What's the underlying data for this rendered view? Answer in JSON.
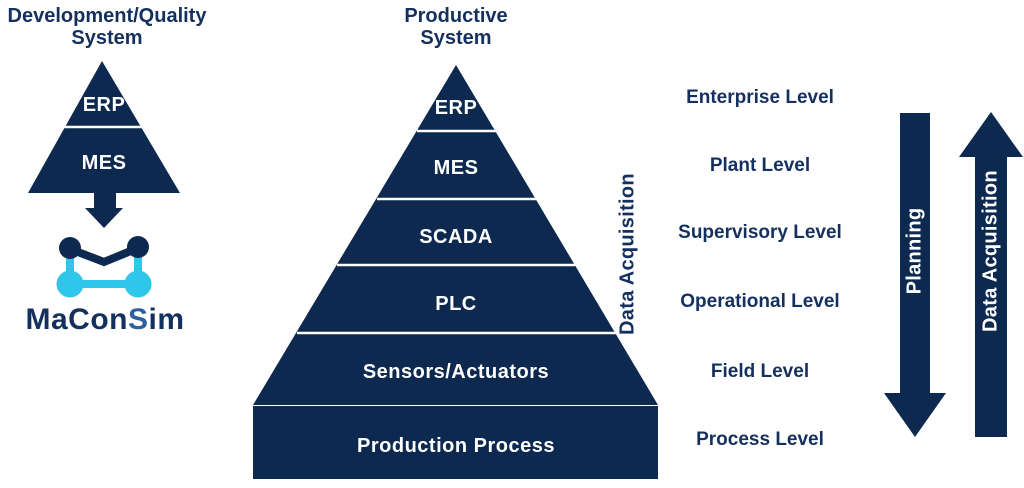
{
  "colors": {
    "shape_navy": "#0d2950",
    "text_navy": "#14305e",
    "cyan": "#2fc6ea",
    "wordmark_accent_blue": "#2e5f9e",
    "divider_white": "#ffffff"
  },
  "left_system": {
    "title": "Development/Quality\nSystem",
    "pyramid_levels": [
      "ERP",
      "MES"
    ],
    "logo": {
      "wordmark_primary": "MaCon",
      "wordmark_accent": "S",
      "wordmark_suffix": "im"
    }
  },
  "productive_system": {
    "title": "Productive\nSystem",
    "pyramid_levels": [
      "ERP",
      "MES",
      "SCADA",
      "PLC",
      "Sensors/Actuators"
    ],
    "base_label": "Production Process",
    "side_label": "Data Acquisition"
  },
  "level_labels": [
    "Enterprise Level",
    "Plant Level",
    "Supervisory Level",
    "Operational Level",
    "Field Level",
    "Process Level"
  ],
  "flow_arrows": {
    "down_label": "Planning",
    "up_label": "Data Acquisition"
  }
}
